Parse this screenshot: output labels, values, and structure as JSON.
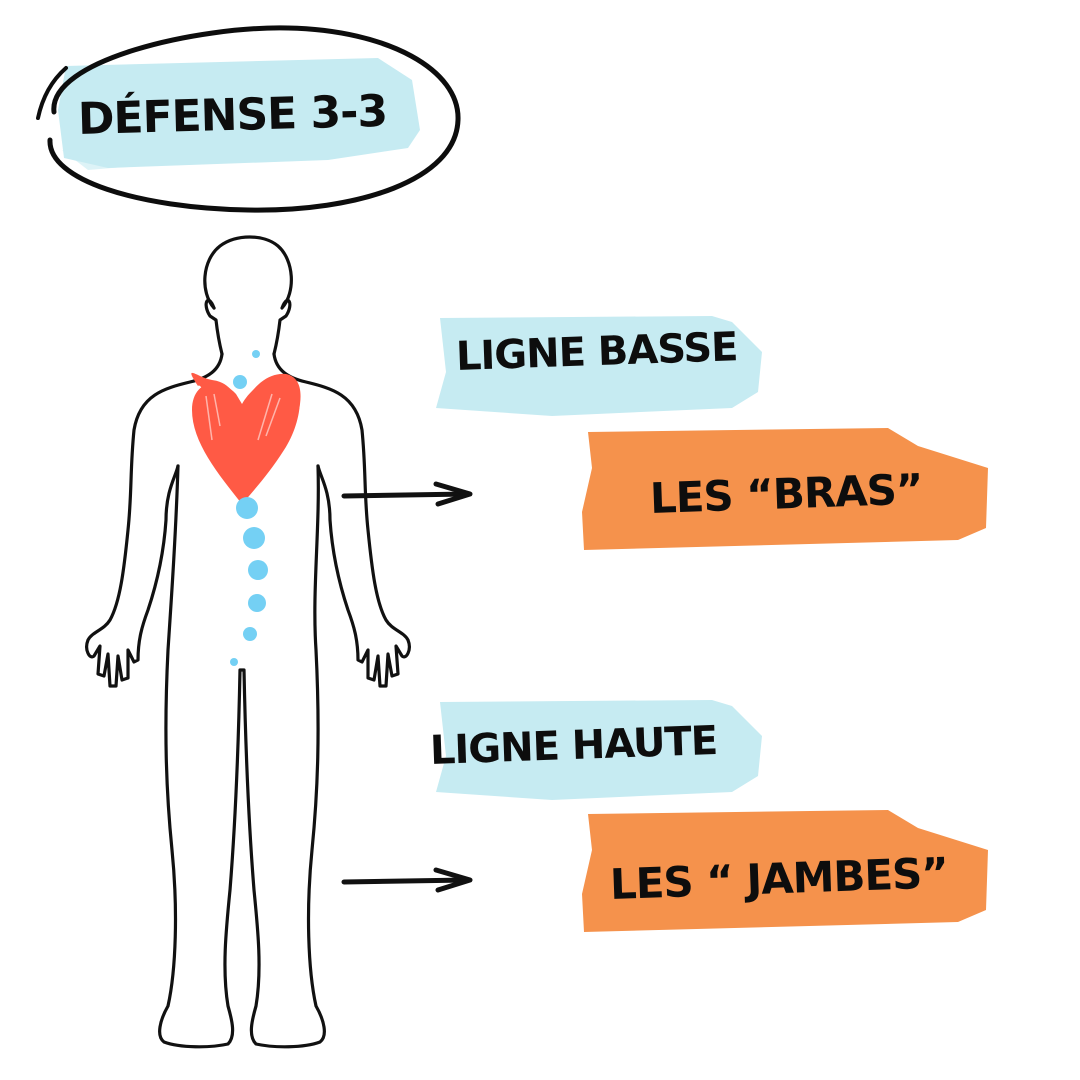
{
  "title": {
    "text": "DÉFENSE 3-3",
    "brush_color": "#c6ebf2",
    "circle_color": "#0d0d0d"
  },
  "groups": [
    {
      "line_label": "LIGNE BASSE",
      "target_label": "LES “BRAS”",
      "line_brush_color": "#c6ebf2",
      "target_brush_color": "#f5924c",
      "arrow": "arrow-right"
    },
    {
      "line_label": "LIGNE HAUTE",
      "target_label": "LES “ JAMBES”",
      "line_brush_color": "#c6ebf2",
      "target_brush_color": "#f5924c",
      "arrow": "arrow-right"
    }
  ],
  "figure": {
    "outline_color": "#111111",
    "heart_color": "#ff5a45",
    "spine_dot_color": "#74d0f4",
    "heart_icon": "heart",
    "body_icon": "human-body-outline"
  }
}
